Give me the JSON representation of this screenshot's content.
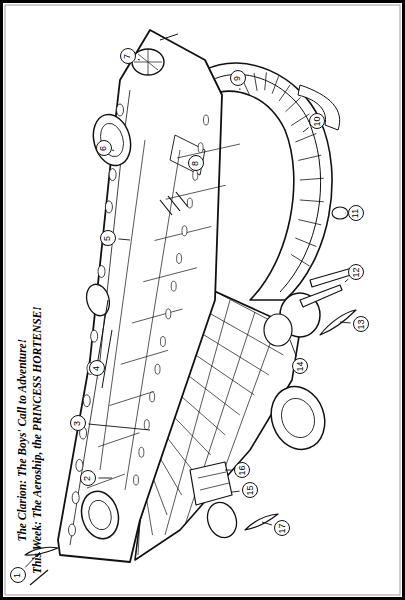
{
  "diagram": {
    "title": "The Clarion: The Boys' Call to Adventure!",
    "caption": "This Week: The Aeroship, the PRINCESS HORTENSE!",
    "labels": [
      "1",
      "2",
      "3",
      "4",
      "5",
      "6",
      "7",
      "8",
      "9",
      "10",
      "11",
      "12",
      "13",
      "14",
      "15",
      "16",
      "17"
    ]
  }
}
